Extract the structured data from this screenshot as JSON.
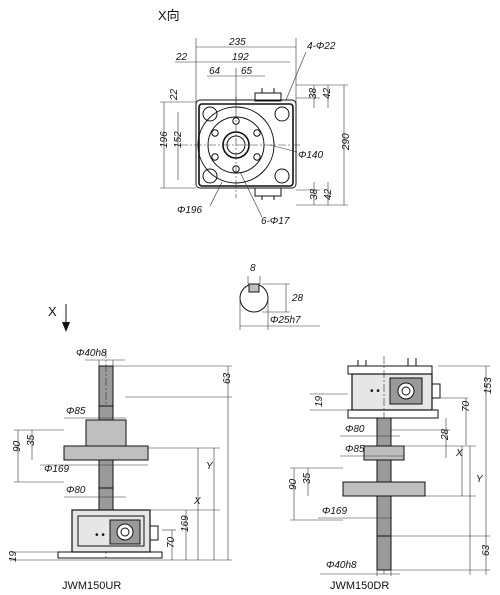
{
  "top_view": {
    "title": "X向",
    "dims": {
      "w235": "235",
      "w22": "22",
      "w192": "192",
      "w64": "64",
      "w65": "65",
      "holes_top": "4-Φ22",
      "h22": "22",
      "h196": "196",
      "h152": "152",
      "r38a": "38",
      "r42a": "42",
      "h290": "290",
      "d140": "Φ140",
      "r38b": "38",
      "r42b": "42",
      "d196": "Φ196",
      "holes_bottom": "6-Φ17"
    }
  },
  "shaft_section": {
    "key": "8",
    "height": "28",
    "dia": "Φ25h7"
  },
  "arrow_label": "X",
  "left_view": {
    "caption": "JWM150UR",
    "dims": {
      "d40": "Φ40h8",
      "h63": "63",
      "d85": "Φ85",
      "h90": "90",
      "h35": "35",
      "d169": "Φ169",
      "y": "Y",
      "d80": "Φ80",
      "x": "X",
      "h169": "169",
      "h19": "19",
      "h70": "70"
    }
  },
  "right_view": {
    "caption": "JWM150DR",
    "dims": {
      "h19": "19",
      "h70": "70",
      "h153": "153",
      "d80": "Φ80",
      "h28": "28",
      "d85": "Φ85",
      "x": "X",
      "y": "Y",
      "h90": "90",
      "h35": "35",
      "d169": "Φ169",
      "d40": "Φ40h8",
      "h63": "63"
    }
  }
}
